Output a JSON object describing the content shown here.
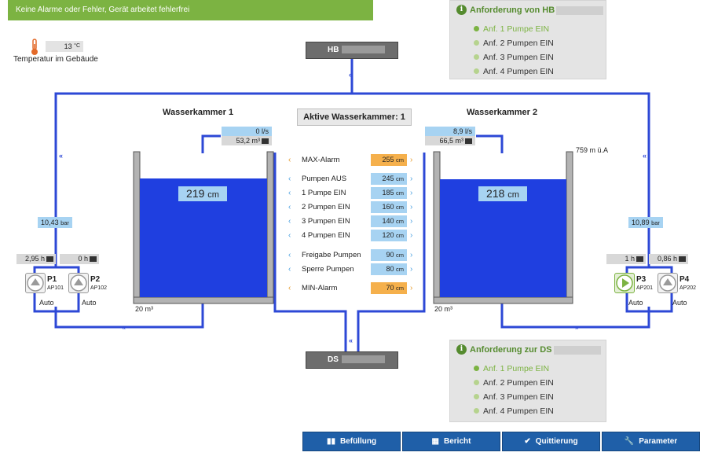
{
  "status": {
    "message": "Keine Alarme oder Fehler, Gerät arbeitet fehlerfrei"
  },
  "temperature": {
    "value": "13",
    "unit": "°C",
    "label": "Temperatur im Gebäude"
  },
  "request_from": {
    "title": "Anforderung von HB",
    "items": [
      "Anf. 1 Pumpe EIN",
      "Anf. 2 Pumpen EIN",
      "Anf. 3 Pumpen EIN",
      "Anf. 4 Pumpen EIN"
    ],
    "active_index": 0
  },
  "request_to": {
    "title": "Anforderung zur DS",
    "items": [
      "Anf. 1 Pumpe EIN",
      "Anf. 2 Pumpen EIN",
      "Anf. 3 Pumpen EIN",
      "Anf. 4 Pumpen EIN"
    ],
    "active_index": 0
  },
  "stations": {
    "top": "HB",
    "bottom": "DS"
  },
  "active_chamber_label": "Aktive Wasserkammer: 1",
  "chamber1": {
    "title": "Wasserkammer 1",
    "flow": "0",
    "flow_unit": "l/s",
    "volume_total": "53,2",
    "volume_unit": "m³",
    "level": "219",
    "level_unit": "cm",
    "level_fraction": 0.86,
    "volume_label": "20 m³"
  },
  "chamber2": {
    "title": "Wasserkammer 2",
    "flow": "8,9",
    "flow_unit": "l/s",
    "volume_total": "66,5",
    "volume_unit": "m³",
    "level": "218",
    "level_unit": "cm",
    "level_fraction": 0.85,
    "volume_label": "20 m³",
    "altitude": "759 m ü.A"
  },
  "thresholds": [
    {
      "name": "MAX-Alarm",
      "value": "255",
      "unit": "cm",
      "type": "alarm"
    },
    {
      "name": "Pumpen AUS",
      "value": "245",
      "unit": "cm",
      "type": "normal"
    },
    {
      "name": "1 Pumpe EIN",
      "value": "185",
      "unit": "cm",
      "type": "normal"
    },
    {
      "name": "2 Pumpen EIN",
      "value": "160",
      "unit": "cm",
      "type": "normal"
    },
    {
      "name": "3 Pumpen EIN",
      "value": "140",
      "unit": "cm",
      "type": "normal"
    },
    {
      "name": "4 Pumpen EIN",
      "value": "120",
      "unit": "cm",
      "type": "normal"
    },
    {
      "name": "Freigabe Pumpen",
      "value": "90",
      "unit": "cm",
      "type": "normal"
    },
    {
      "name": "Sperre Pumpen",
      "value": "80",
      "unit": "cm",
      "type": "normal"
    },
    {
      "name": "MIN-Alarm",
      "value": "70",
      "unit": "cm",
      "type": "alarm"
    }
  ],
  "pressure_left": {
    "value": "10,43",
    "unit": "bar"
  },
  "pressure_right": {
    "value": "10,89",
    "unit": "bar"
  },
  "pumps": [
    {
      "name": "P1",
      "code": "AP101",
      "mode": "Auto",
      "hours": "2,95",
      "hours_unit": "h",
      "running": false
    },
    {
      "name": "P2",
      "code": "AP102",
      "mode": "Auto",
      "hours": "0",
      "hours_unit": "h",
      "running": false
    },
    {
      "name": "P3",
      "code": "AP201",
      "mode": "Auto",
      "hours": "1",
      "hours_unit": "h",
      "running": true
    },
    {
      "name": "P4",
      "code": "AP202",
      "mode": "Auto",
      "hours": "0,86",
      "hours_unit": "h",
      "running": false
    }
  ],
  "arrows": {
    "up": "«",
    "right": "»"
  },
  "buttons": {
    "fill": "Befüllung",
    "report": "Bericht",
    "ack": "Quittierung",
    "params": "Parameter"
  },
  "colors": {
    "pipe": "#2d48d6",
    "water": "#1f3fe0",
    "banner": "#7cb342",
    "button": "#1f5fa8",
    "alarm": "#f5b04c",
    "value_blue": "#a7d3f2"
  }
}
